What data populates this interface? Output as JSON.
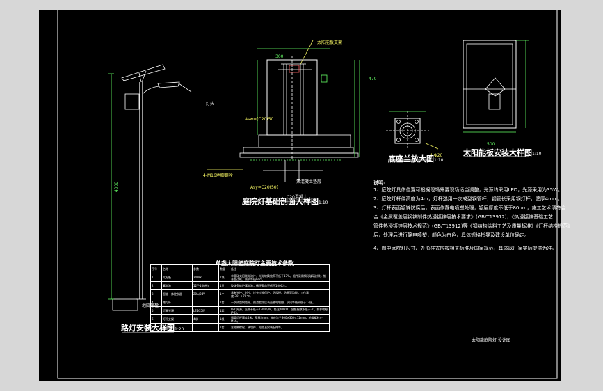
{
  "titles": {
    "lamp_install": "路灯安装大样图",
    "lamp_install_scale": "1:20",
    "foundation": "庭院灯基础剖面大样图",
    "foundation_scale": "1:10",
    "flange": "底座兰放大图",
    "flange_scale": "1:10",
    "panel": "太阳能板安装大样图",
    "panel_scale": "1:10",
    "table": "单盏太阳能庭院灯主要技术参数"
  },
  "notes": {
    "heading": "说明:",
    "lines": [
      "1、庭院灯具体位置可根据现场需要现场适当调整，光源均采用LED，光源采用为35W。",
      "2、庭院灯杆件高度为4m，灯杆选用一次成型钢管杆，钢管长采用钢灯杆，壁厚4mm。",
      "3、灯杆表面镀锌防腐后，表面作静电喷塑处理，镀层厚度不低于80um，施工艺术须符合",
      "合《金属覆盖层钢铁制件热浸镀锌层技术要求》(GB/T13912)，《热浸镀锌基础工艺",
      "管件热浸镀锌层技术规范》(GB/T13912)等《钢结构涂料工艺及质量标准》《灯杆结构规范》",
      "后，处理后进行静电喷塑，颜色为白色，具体规格指导及建设单位确定。",
      "4、图中庭院灯尺寸、外形样式应按相关标准及国家规范，具体以厂家实际提供为准。"
    ]
  },
  "table": {
    "headers": [
      "序号",
      "名称",
      "参数",
      "数量",
      "备注"
    ],
    "rows": [
      [
        "1",
        "太阳板",
        "240W",
        "1块",
        "单晶硅太阳能电池片，光电转换效率不低于17%，组件采用钢化玻璃封装，铝合金边框，防护等级IP65。"
      ],
      [
        "2",
        "蓄电池",
        "12V-100Ah",
        "1只",
        "胶体免维护蓄电池，循环寿命不低于1000次。"
      ],
      [
        "3",
        "智能一体控制器",
        "20A/24V",
        "1个",
        "具有光控、时控、过充过放保护、防反接、防雷等功能，工作温度-30~+70℃。"
      ],
      [
        "4",
        "路灯杆",
        "",
        "1套",
        "一次成型钢管杆，热浸镀锌后表面静电喷塑，抗风等级不低于12级。"
      ],
      [
        "5",
        "灯具光源",
        "LED35W",
        "1套",
        "LED光源，光效不低于130lm/W，色温4000K，显色指数不低于70，防护等级IP65。"
      ],
      [
        "6",
        "灯杆支架",
        "4米",
        "1根",
        "钢管灯杆高度4米，壁厚4mm，底座法兰300×300×12mm，地脚螺栓4-M16。"
      ],
      [
        "7",
        "其他附件",
        "",
        "1套",
        "含地脚螺栓、预埋件、电缆及安装配件等。"
      ]
    ]
  },
  "title_block": "太阳能庭院灯  设计图"
}
